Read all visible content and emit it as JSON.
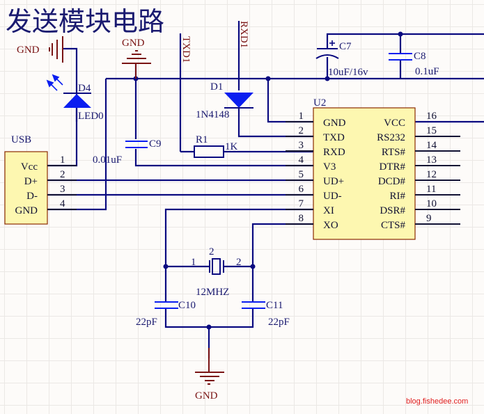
{
  "title": "发送模块电路",
  "watermark": "blog.fishedee.com",
  "colors": {
    "wire": "#0a0a80",
    "wire_dark": "#111133",
    "label": "#1a1a70",
    "net": "#7a1414",
    "diode_fill": "#0a1ef0",
    "chip_fill": "#fdf7b0",
    "chip_border": "#8b2a00",
    "watermark": "#e01e1e"
  },
  "power": {
    "gnd_top_left": "GND",
    "gnd_top_mid": "GND",
    "gnd_bottom": "GND"
  },
  "nets": {
    "txd": "TXD1",
    "rxd": "RXD1"
  },
  "components": {
    "d4": {
      "ref": "D4",
      "value": "LED0"
    },
    "d1": {
      "ref": "D1",
      "value": "1N4148"
    },
    "c7": {
      "ref": "C7",
      "value": "10uF/16v",
      "polarity": "+"
    },
    "c8": {
      "ref": "C8",
      "value": "0.1uF"
    },
    "c9": {
      "ref": "C9",
      "value": "0.01uF"
    },
    "r1": {
      "ref": "R1",
      "value": "1K"
    },
    "c10": {
      "ref": "C10",
      "value": "22pF"
    },
    "c11": {
      "ref": "C11",
      "value": "22pF"
    },
    "crystal": {
      "ref": "2",
      "value": "12MHZ",
      "pin1": "1",
      "pin2": "2"
    }
  },
  "usb": {
    "ref": "USB",
    "pins": [
      {
        "num": "1",
        "name": "Vcc"
      },
      {
        "num": "2",
        "name": "D+"
      },
      {
        "num": "3",
        "name": "D-"
      },
      {
        "num": "4",
        "name": "GND"
      }
    ]
  },
  "u2": {
    "ref": "U2",
    "left_pins": [
      {
        "num": "1",
        "name": "GND"
      },
      {
        "num": "2",
        "name": "TXD"
      },
      {
        "num": "3",
        "name": "RXD"
      },
      {
        "num": "4",
        "name": "V3"
      },
      {
        "num": "5",
        "name": "UD+"
      },
      {
        "num": "6",
        "name": "UD-"
      },
      {
        "num": "7",
        "name": "XI"
      },
      {
        "num": "8",
        "name": "XO"
      }
    ],
    "right_pins": [
      {
        "num": "16",
        "name": "VCC"
      },
      {
        "num": "15",
        "name": "RS232"
      },
      {
        "num": "14",
        "name": "RTS#"
      },
      {
        "num": "13",
        "name": "DTR#"
      },
      {
        "num": "12",
        "name": "DCD#"
      },
      {
        "num": "11",
        "name": "RI#"
      },
      {
        "num": "10",
        "name": "DSR#"
      },
      {
        "num": "9",
        "name": "CTS#"
      }
    ]
  }
}
